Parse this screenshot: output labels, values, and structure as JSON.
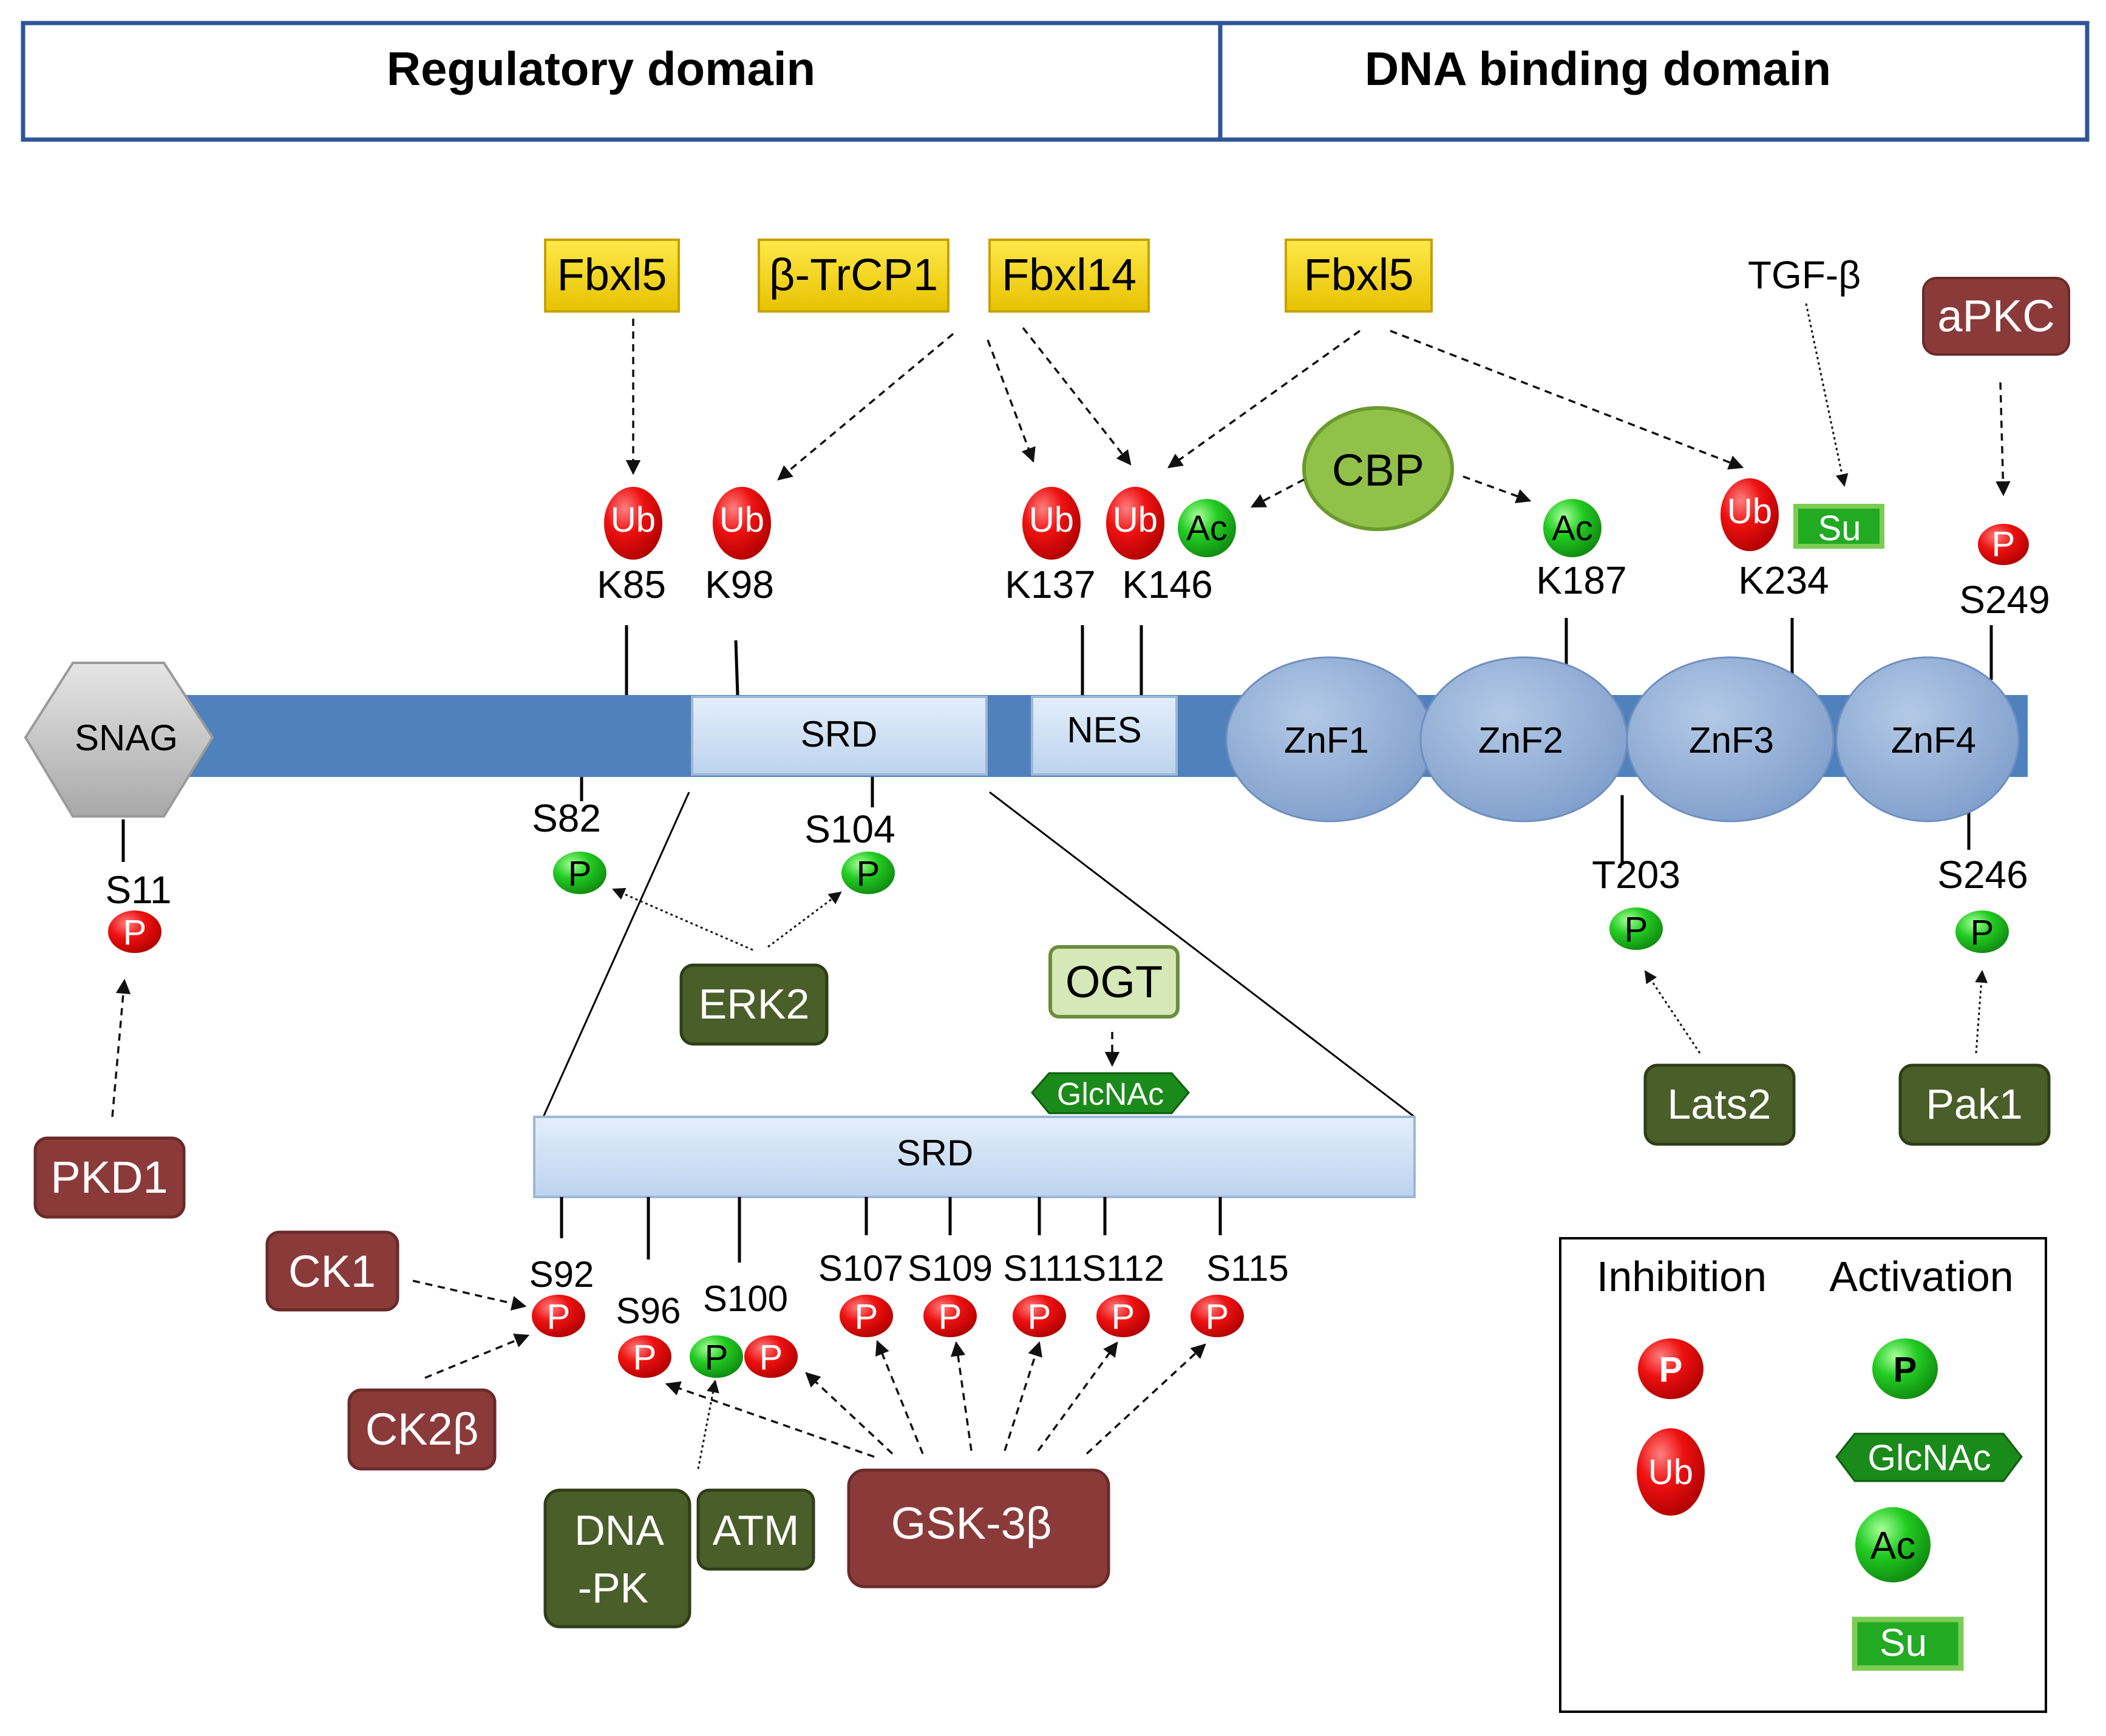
{
  "header": {
    "regulatory": "Regulatory domain",
    "dna_binding": "DNA binding domain"
  },
  "domains": {
    "snag": "SNAG",
    "srd": "SRD",
    "nes": "NES",
    "znf1": "ZnF1",
    "znf2": "ZnF2",
    "znf3": "ZnF3",
    "znf4": "ZnF4",
    "srd_zoom": "SRD"
  },
  "enzymes": {
    "fbxl5_a": "Fbxl5",
    "btrcp1": "β-TrCP1",
    "fbxl14": "Fbxl14",
    "fbxl5_b": "Fbxl5",
    "tgfb": "TGF-β",
    "apkc": "aPKC",
    "cbp": "CBP",
    "erk2": "ERK2",
    "ogt": "OGT",
    "pkd1": "PKD1",
    "ck1": "CK1",
    "ck2b": "CK2β",
    "dnapk_line1": "DNA",
    "dnapk_line2": "-PK",
    "atm": "ATM",
    "gsk3b": "GSK-3β",
    "lats2": "Lats2",
    "pak1": "Pak1"
  },
  "sites": {
    "k85": "K85",
    "k98": "K98",
    "k137": "K137",
    "k146": "K146",
    "k187": "K187",
    "k234": "K234",
    "s249": "S249",
    "s11": "S11",
    "s82": "S82",
    "s104": "S104",
    "t203": "T203",
    "s246": "S246",
    "s92": "S92",
    "s96": "S96",
    "s100": "S100",
    "s107": "S107",
    "s109": "S109",
    "s111": "S111",
    "s112": "S112",
    "s115": "S115"
  },
  "modifications": {
    "ub": "Ub",
    "p": "P",
    "ac": "Ac",
    "su": "Su",
    "glcnac": "GlcNAc"
  },
  "legend": {
    "inhibition": "Inhibition",
    "activation": "Activation",
    "p": "P",
    "ub": "Ub",
    "glcnac": "GlcNAc",
    "ac": "Ac",
    "su": "Su"
  },
  "colors": {
    "backbone": "#4f81bd",
    "header_border": "#2f5597",
    "inhibitory_red": "#ee1111",
    "activating_green": "#22cc22",
    "kinase_red": "#8b3a3a",
    "kinase_green": "#4a5e2a",
    "ligase_yellow": "#f2d010",
    "cbp_green": "#92c14a",
    "ogt_green": "#d6e8b8"
  }
}
